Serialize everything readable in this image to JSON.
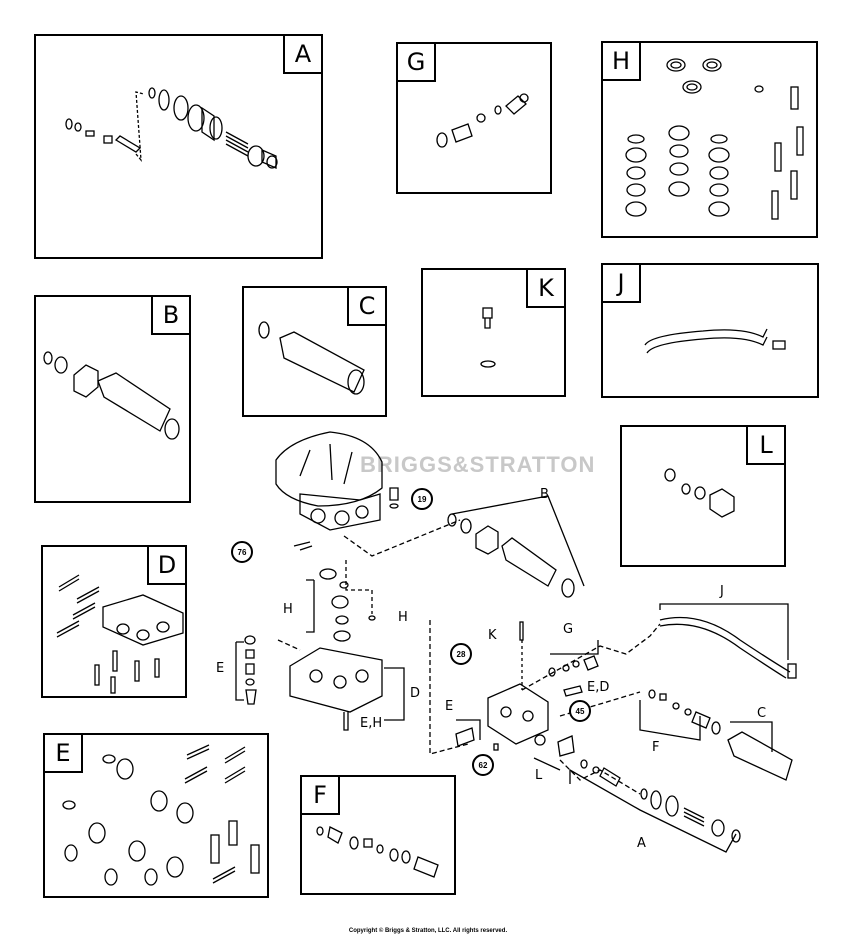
{
  "panels": {
    "A": "A",
    "B": "B",
    "C": "C",
    "D": "D",
    "E": "E",
    "F": "F",
    "G": "G",
    "H": "H",
    "J": "J",
    "K": "K",
    "L": "L"
  },
  "main_labels": {
    "b": "B",
    "c": "C",
    "d": "D",
    "e_left": "E",
    "e_right": "E",
    "eh_bottom": "E,H",
    "ed": "E,D",
    "f": "F",
    "g": "G",
    "h_left": "H",
    "h_right": "H",
    "j": "J",
    "k": "K",
    "l": "L",
    "a": "A"
  },
  "callouts": {
    "c19": "19",
    "c76": "76",
    "c28": "28",
    "c45": "45",
    "c62": "62"
  },
  "watermark": "BRIGGS&STRATTON",
  "copyright": "Copyright © Briggs & Stratton, LLC. All rights reserved."
}
